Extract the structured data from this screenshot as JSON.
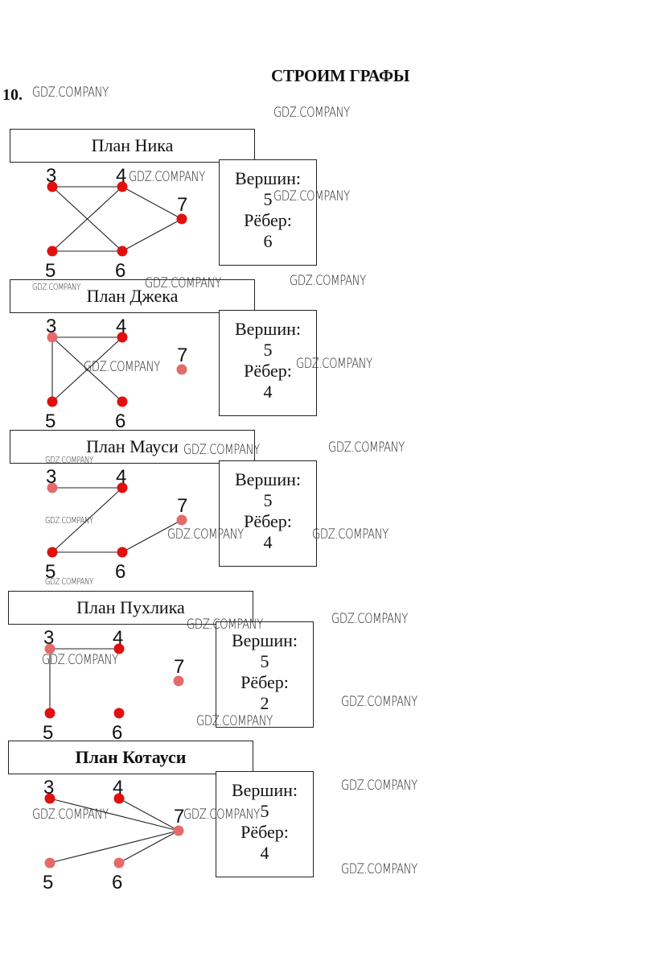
{
  "page": {
    "title": "СТРОИМ ГРАФЫ",
    "task_number": "10."
  },
  "labels": {
    "vertices": "Вершин:",
    "edges": "Рёбер:"
  },
  "watermark_text": "GDZ.COMPANY",
  "node_color": "#e01010",
  "node_color_faded": "#e56a6a",
  "edge_color": "#222222",
  "plans": [
    {
      "title": "План Ника",
      "vertices_count": "5",
      "edges_count": "6",
      "nodes": [
        "3",
        "4",
        "5",
        "6",
        "7"
      ],
      "edges": [
        [
          "3",
          "4"
        ],
        [
          "3",
          "6"
        ],
        [
          "4",
          "5"
        ],
        [
          "4",
          "7"
        ],
        [
          "5",
          "6"
        ],
        [
          "6",
          "7"
        ]
      ]
    },
    {
      "title": "План Джека",
      "vertices_count": "5",
      "edges_count": "4",
      "nodes": [
        "3",
        "4",
        "5",
        "6",
        "7"
      ],
      "edges": [
        [
          "3",
          "4"
        ],
        [
          "3",
          "5"
        ],
        [
          "3",
          "6"
        ],
        [
          "4",
          "5"
        ]
      ]
    },
    {
      "title": "План Мауси",
      "vertices_count": "5",
      "edges_count": "4",
      "nodes": [
        "3",
        "4",
        "5",
        "6",
        "7"
      ],
      "edges": [
        [
          "3",
          "4"
        ],
        [
          "4",
          "5"
        ],
        [
          "5",
          "6"
        ],
        [
          "6",
          "7"
        ]
      ]
    },
    {
      "title": "План Пухлика",
      "vertices_count": "5",
      "edges_count": "2",
      "nodes": [
        "3",
        "4",
        "5",
        "6",
        "7"
      ],
      "edges": [
        [
          "3",
          "4"
        ],
        [
          "3",
          "5"
        ]
      ]
    },
    {
      "title": "План Котауси",
      "vertices_count": "5",
      "edges_count": "4",
      "nodes": [
        "3",
        "4",
        "5",
        "6",
        "7"
      ],
      "edges": [
        [
          "3",
          "7"
        ],
        [
          "4",
          "7"
        ],
        [
          "5",
          "7"
        ],
        [
          "6",
          "7"
        ]
      ]
    }
  ]
}
